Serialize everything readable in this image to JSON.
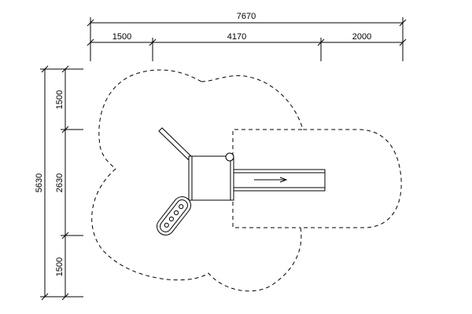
{
  "drawing": {
    "dimensions": {
      "total_width": "7670",
      "segment_left": "1500",
      "segment_middle": "4170",
      "segment_right": "2000",
      "total_height": "5630",
      "segment_top": "1500",
      "segment_center": "2630",
      "segment_bottom": "1500"
    }
  }
}
